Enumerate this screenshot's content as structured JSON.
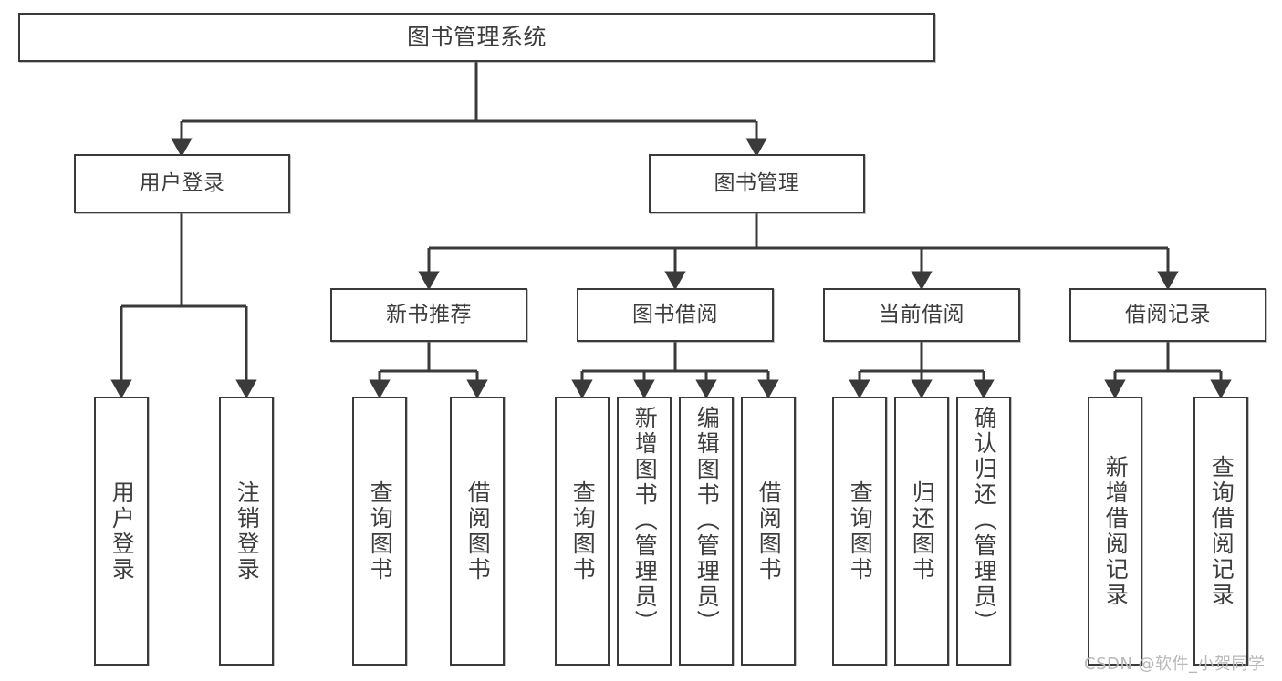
{
  "diagram": {
    "title": "图书管理系统",
    "type": "tree",
    "root": {
      "id": "root",
      "label": "图书管理系统"
    },
    "level2": [
      {
        "id": "user-login",
        "label": "用户登录"
      },
      {
        "id": "book-manage",
        "label": "图书管理"
      }
    ],
    "level3": [
      {
        "id": "new-book-rec",
        "label": "新书推荐"
      },
      {
        "id": "book-borrow",
        "label": "图书借阅"
      },
      {
        "id": "current-borrow",
        "label": "当前借阅"
      },
      {
        "id": "borrow-record",
        "label": "借阅记录"
      }
    ],
    "leaves": [
      {
        "id": "leaf-user-login",
        "label": "用户登录",
        "parent": "user-login"
      },
      {
        "id": "leaf-logout",
        "label": "注销登录",
        "parent": "user-login"
      },
      {
        "id": "leaf-query-book-1",
        "label": "查询图书",
        "parent": "new-book-rec"
      },
      {
        "id": "leaf-borrow-book-1",
        "label": "借阅图书",
        "parent": "new-book-rec"
      },
      {
        "id": "leaf-query-book-2",
        "label": "查询图书",
        "parent": "book-borrow"
      },
      {
        "id": "leaf-add-book",
        "label": "新增图书（管理员）",
        "parent": "book-borrow"
      },
      {
        "id": "leaf-edit-book",
        "label": "编辑图书（管理员）",
        "parent": "book-borrow"
      },
      {
        "id": "leaf-borrow-book-2",
        "label": "借阅图书",
        "parent": "book-borrow"
      },
      {
        "id": "leaf-query-book-3",
        "label": "查询图书",
        "parent": "current-borrow"
      },
      {
        "id": "leaf-return-book",
        "label": "归还图书",
        "parent": "current-borrow"
      },
      {
        "id": "leaf-confirm-return",
        "label": "确认归还（管理员）",
        "parent": "current-borrow"
      },
      {
        "id": "leaf-add-record",
        "label": "新增借阅记录",
        "parent": "borrow-record"
      },
      {
        "id": "leaf-query-record",
        "label": "查询借阅记录",
        "parent": "borrow-record"
      }
    ]
  },
  "watermark": {
    "text": "CSDN @软件_小贺同学"
  },
  "colors": {
    "stroke": "#3a3a3a",
    "background": "#ffffff",
    "text": "#3d3d3d",
    "watermark": "#b8b8b8"
  }
}
